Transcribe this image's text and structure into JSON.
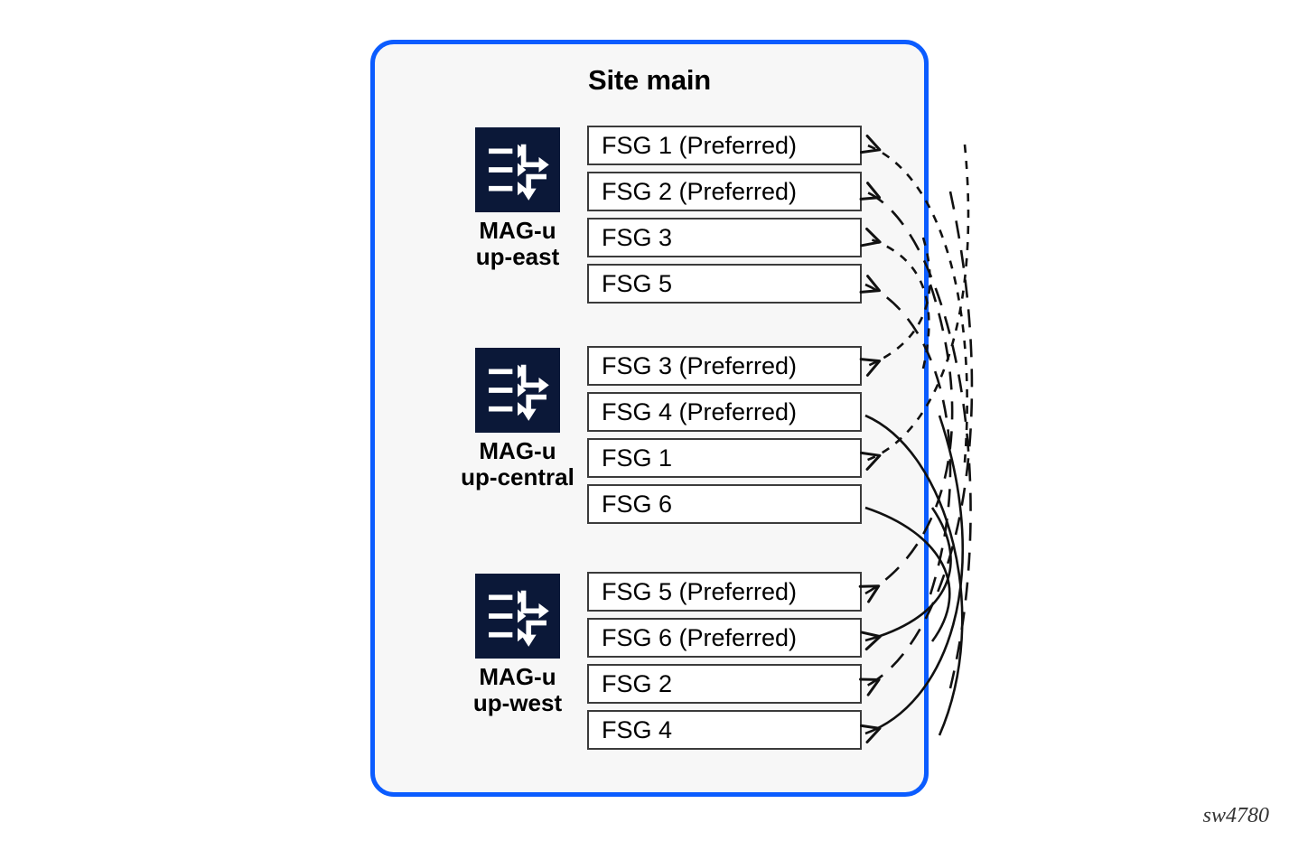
{
  "diagram": {
    "title": "Site main",
    "watermark": "sw4780",
    "colors": {
      "panel_border": "#0B5CFF",
      "panel_background": "#f7f7f7",
      "icon_background": "#0B1838",
      "box_border": "#3b3b3b",
      "box_background": "#ffffff",
      "text": "#000000"
    }
  },
  "groups": [
    {
      "id": "east",
      "icon": "mag-u-router-icon",
      "label": "MAG-u\nup-east",
      "boxes": [
        {
          "label": "FSG 1 (Preferred)",
          "preferred": true
        },
        {
          "label": "FSG 2 (Preferred)",
          "preferred": true
        },
        {
          "label": "FSG 3",
          "preferred": false
        },
        {
          "label": "FSG 5",
          "preferred": false
        }
      ]
    },
    {
      "id": "central",
      "icon": "mag-u-router-icon",
      "label": "MAG-u\nup-central",
      "boxes": [
        {
          "label": "FSG 3 (Preferred)",
          "preferred": true
        },
        {
          "label": "FSG 4 (Preferred)",
          "preferred": true
        },
        {
          "label": "FSG 1",
          "preferred": false
        },
        {
          "label": "FSG 6",
          "preferred": false
        }
      ]
    },
    {
      "id": "west",
      "icon": "mag-u-router-icon",
      "label": "MAG-u\nup-west",
      "boxes": [
        {
          "label": "FSG 5 (Preferred)",
          "preferred": true
        },
        {
          "label": "FSG 6 (Preferred)",
          "preferred": true
        },
        {
          "label": "FSG 2",
          "preferred": false
        },
        {
          "label": "FSG 4",
          "preferred": false
        }
      ]
    }
  ],
  "connections": [
    {
      "name": "fsg1-east-from-central",
      "style": "dashed-short",
      "from": "central.FSG 1",
      "to": "east.FSG 1 (Preferred)"
    },
    {
      "name": "fsg2-east-from-west",
      "style": "dashed-long",
      "from": "west.FSG 2",
      "to": "east.FSG 2 (Preferred)"
    },
    {
      "name": "fsg3-east-to-central",
      "style": "dashed-short",
      "from": "central.FSG 3 (Preferred)",
      "to": "east.FSG 3"
    },
    {
      "name": "fsg5-east-from-west",
      "style": "dashed-long",
      "from": "west.FSG 5 (Preferred)",
      "to": "east.FSG 5"
    },
    {
      "name": "fsg3-central-from-east",
      "style": "dashed-short",
      "from": "east.FSG 3",
      "to": "central.FSG 3 (Preferred)"
    },
    {
      "name": "fsg4-central-from-west",
      "style": "solid",
      "from": "west.FSG 4",
      "to": "central.FSG 4 (Preferred)"
    },
    {
      "name": "fsg1-central-from-east",
      "style": "dashed-short",
      "from": "east.FSG 1 (Preferred)",
      "to": "central.FSG 1"
    },
    {
      "name": "fsg6-central-from-west",
      "style": "solid",
      "from": "west.FSG 6 (Preferred)",
      "to": "central.FSG 6"
    },
    {
      "name": "fsg5-west-from-east",
      "style": "dashed-long",
      "from": "east.FSG 5",
      "to": "west.FSG 5 (Preferred)"
    },
    {
      "name": "fsg6-west-from-central",
      "style": "solid",
      "from": "central.FSG 6",
      "to": "west.FSG 6 (Preferred)"
    },
    {
      "name": "fsg2-west-from-east",
      "style": "dashed-long",
      "from": "east.FSG 2 (Preferred)",
      "to": "west.FSG 2"
    },
    {
      "name": "fsg4-west-from-central",
      "style": "solid",
      "from": "central.FSG 4 (Preferred)",
      "to": "west.FSG 4"
    }
  ]
}
